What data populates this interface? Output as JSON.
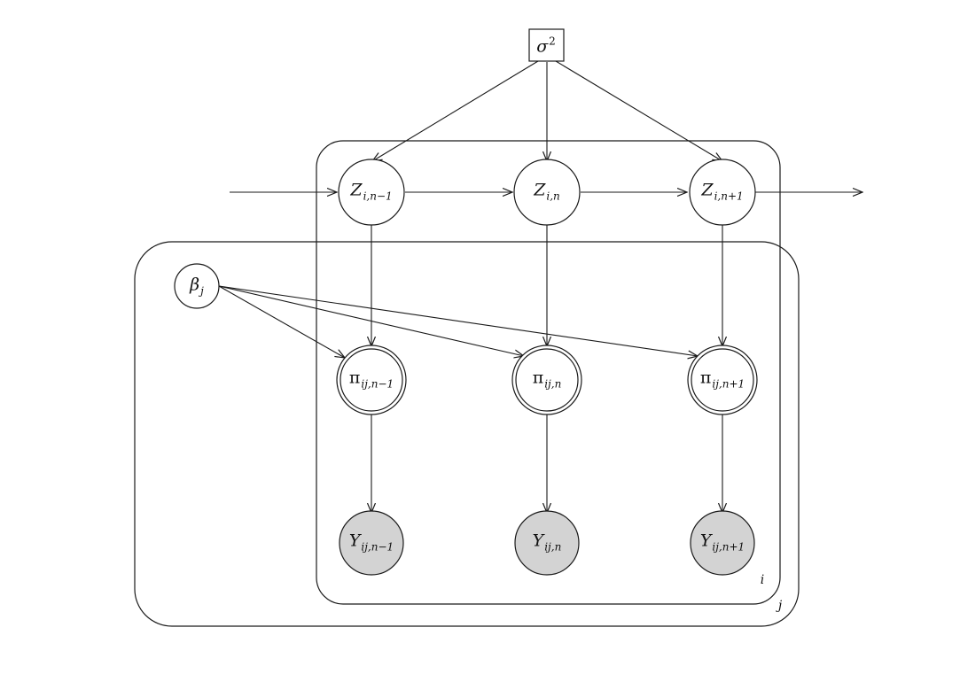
{
  "variance": {
    "symbol": "σ",
    "sup": "2"
  },
  "beta": {
    "symbol": "β",
    "sub": "j"
  },
  "z_nodes": [
    {
      "symbol": "Z",
      "sub": "i,n−1"
    },
    {
      "symbol": "Z",
      "sub": "i,n"
    },
    {
      "symbol": "Z",
      "sub": "i,n+1"
    }
  ],
  "pi_nodes": [
    {
      "symbol": "π",
      "sub": "ij,n−1"
    },
    {
      "symbol": "π",
      "sub": "ij,n"
    },
    {
      "symbol": "π",
      "sub": "ij,n+1"
    }
  ],
  "y_nodes": [
    {
      "symbol": "Y",
      "sub": "ij,n−1"
    },
    {
      "symbol": "Y",
      "sub": "ij,n"
    },
    {
      "symbol": "Y",
      "sub": "ij,n+1"
    }
  ],
  "plates": {
    "inner_label": "i",
    "outer_label": "j"
  },
  "colors": {
    "stroke": "#1a1a1a",
    "observed_fill": "#d3d3d3",
    "background": "#ffffff"
  }
}
